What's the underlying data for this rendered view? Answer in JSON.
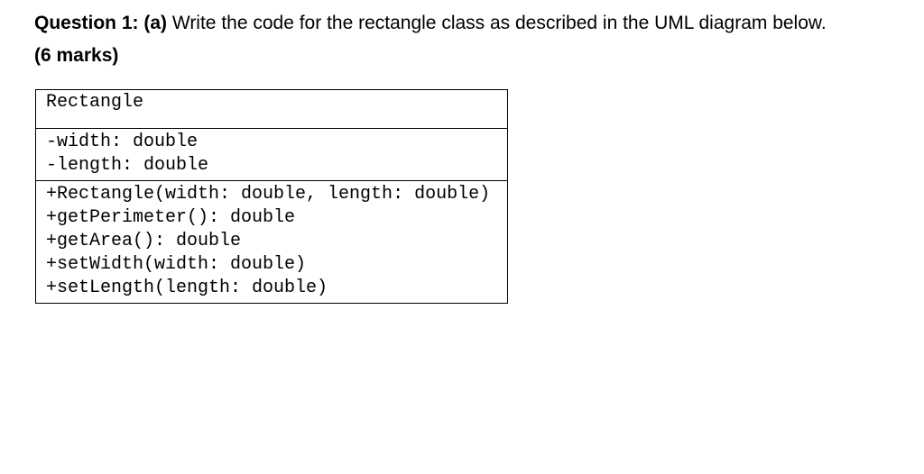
{
  "question": {
    "label": "Question 1:",
    "part": "(a)",
    "text": "Write the code for the rectangle class as described in the UML diagram below.",
    "marks": "(6 marks)"
  },
  "uml": {
    "class_name": "Rectangle",
    "attributes": [
      "-width: double",
      "-length: double"
    ],
    "methods": [
      "+Rectangle(width: double, length: double)",
      "+getPerimeter(): double",
      "+getArea(): double",
      "+setWidth(width: double)",
      "+setLength(length: double)"
    ]
  }
}
